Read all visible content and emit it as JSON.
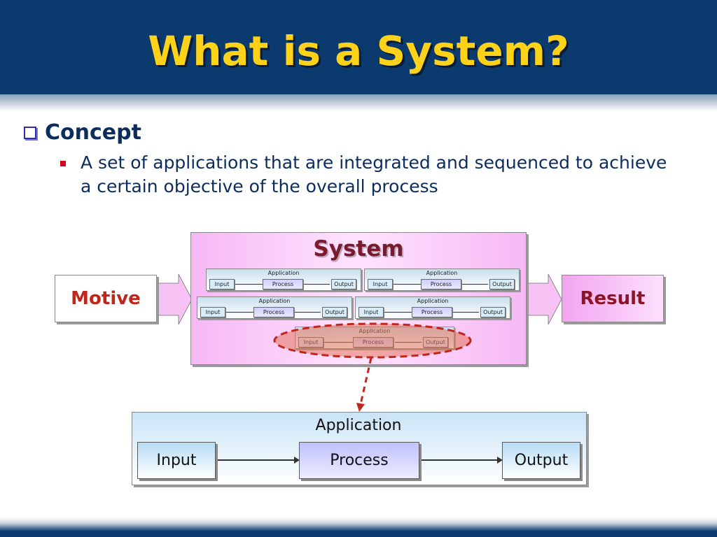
{
  "slide": {
    "title": "What is a System?",
    "bullet": "Concept",
    "sub_bullet": "A set of applications that are integrated and sequenced to achieve a certain objective of the overall process"
  },
  "diagram": {
    "system_label": "System",
    "motive_label": "Motive",
    "result_label": "Result",
    "mini_apps": [
      {
        "title": "Application",
        "input": "Input",
        "process": "Process",
        "output": "Output"
      },
      {
        "title": "Application",
        "input": "Input",
        "process": "Process",
        "output": "Output"
      },
      {
        "title": "Application",
        "input": "Input",
        "process": "Process",
        "output": "Output"
      },
      {
        "title": "Application",
        "input": "Input",
        "process": "Process",
        "output": "Output"
      },
      {
        "title": "Application",
        "input": "Input",
        "process": "Process",
        "output": "Output"
      }
    ],
    "detail_app": {
      "title": "Application",
      "input": "Input",
      "process": "Process",
      "output": "Output"
    }
  },
  "colors": {
    "header_bg": "#0b3a6e",
    "title_text": "#ffd21a",
    "system_fill": "#f6b8f4",
    "highlight_ellipse": "#c0261b"
  }
}
